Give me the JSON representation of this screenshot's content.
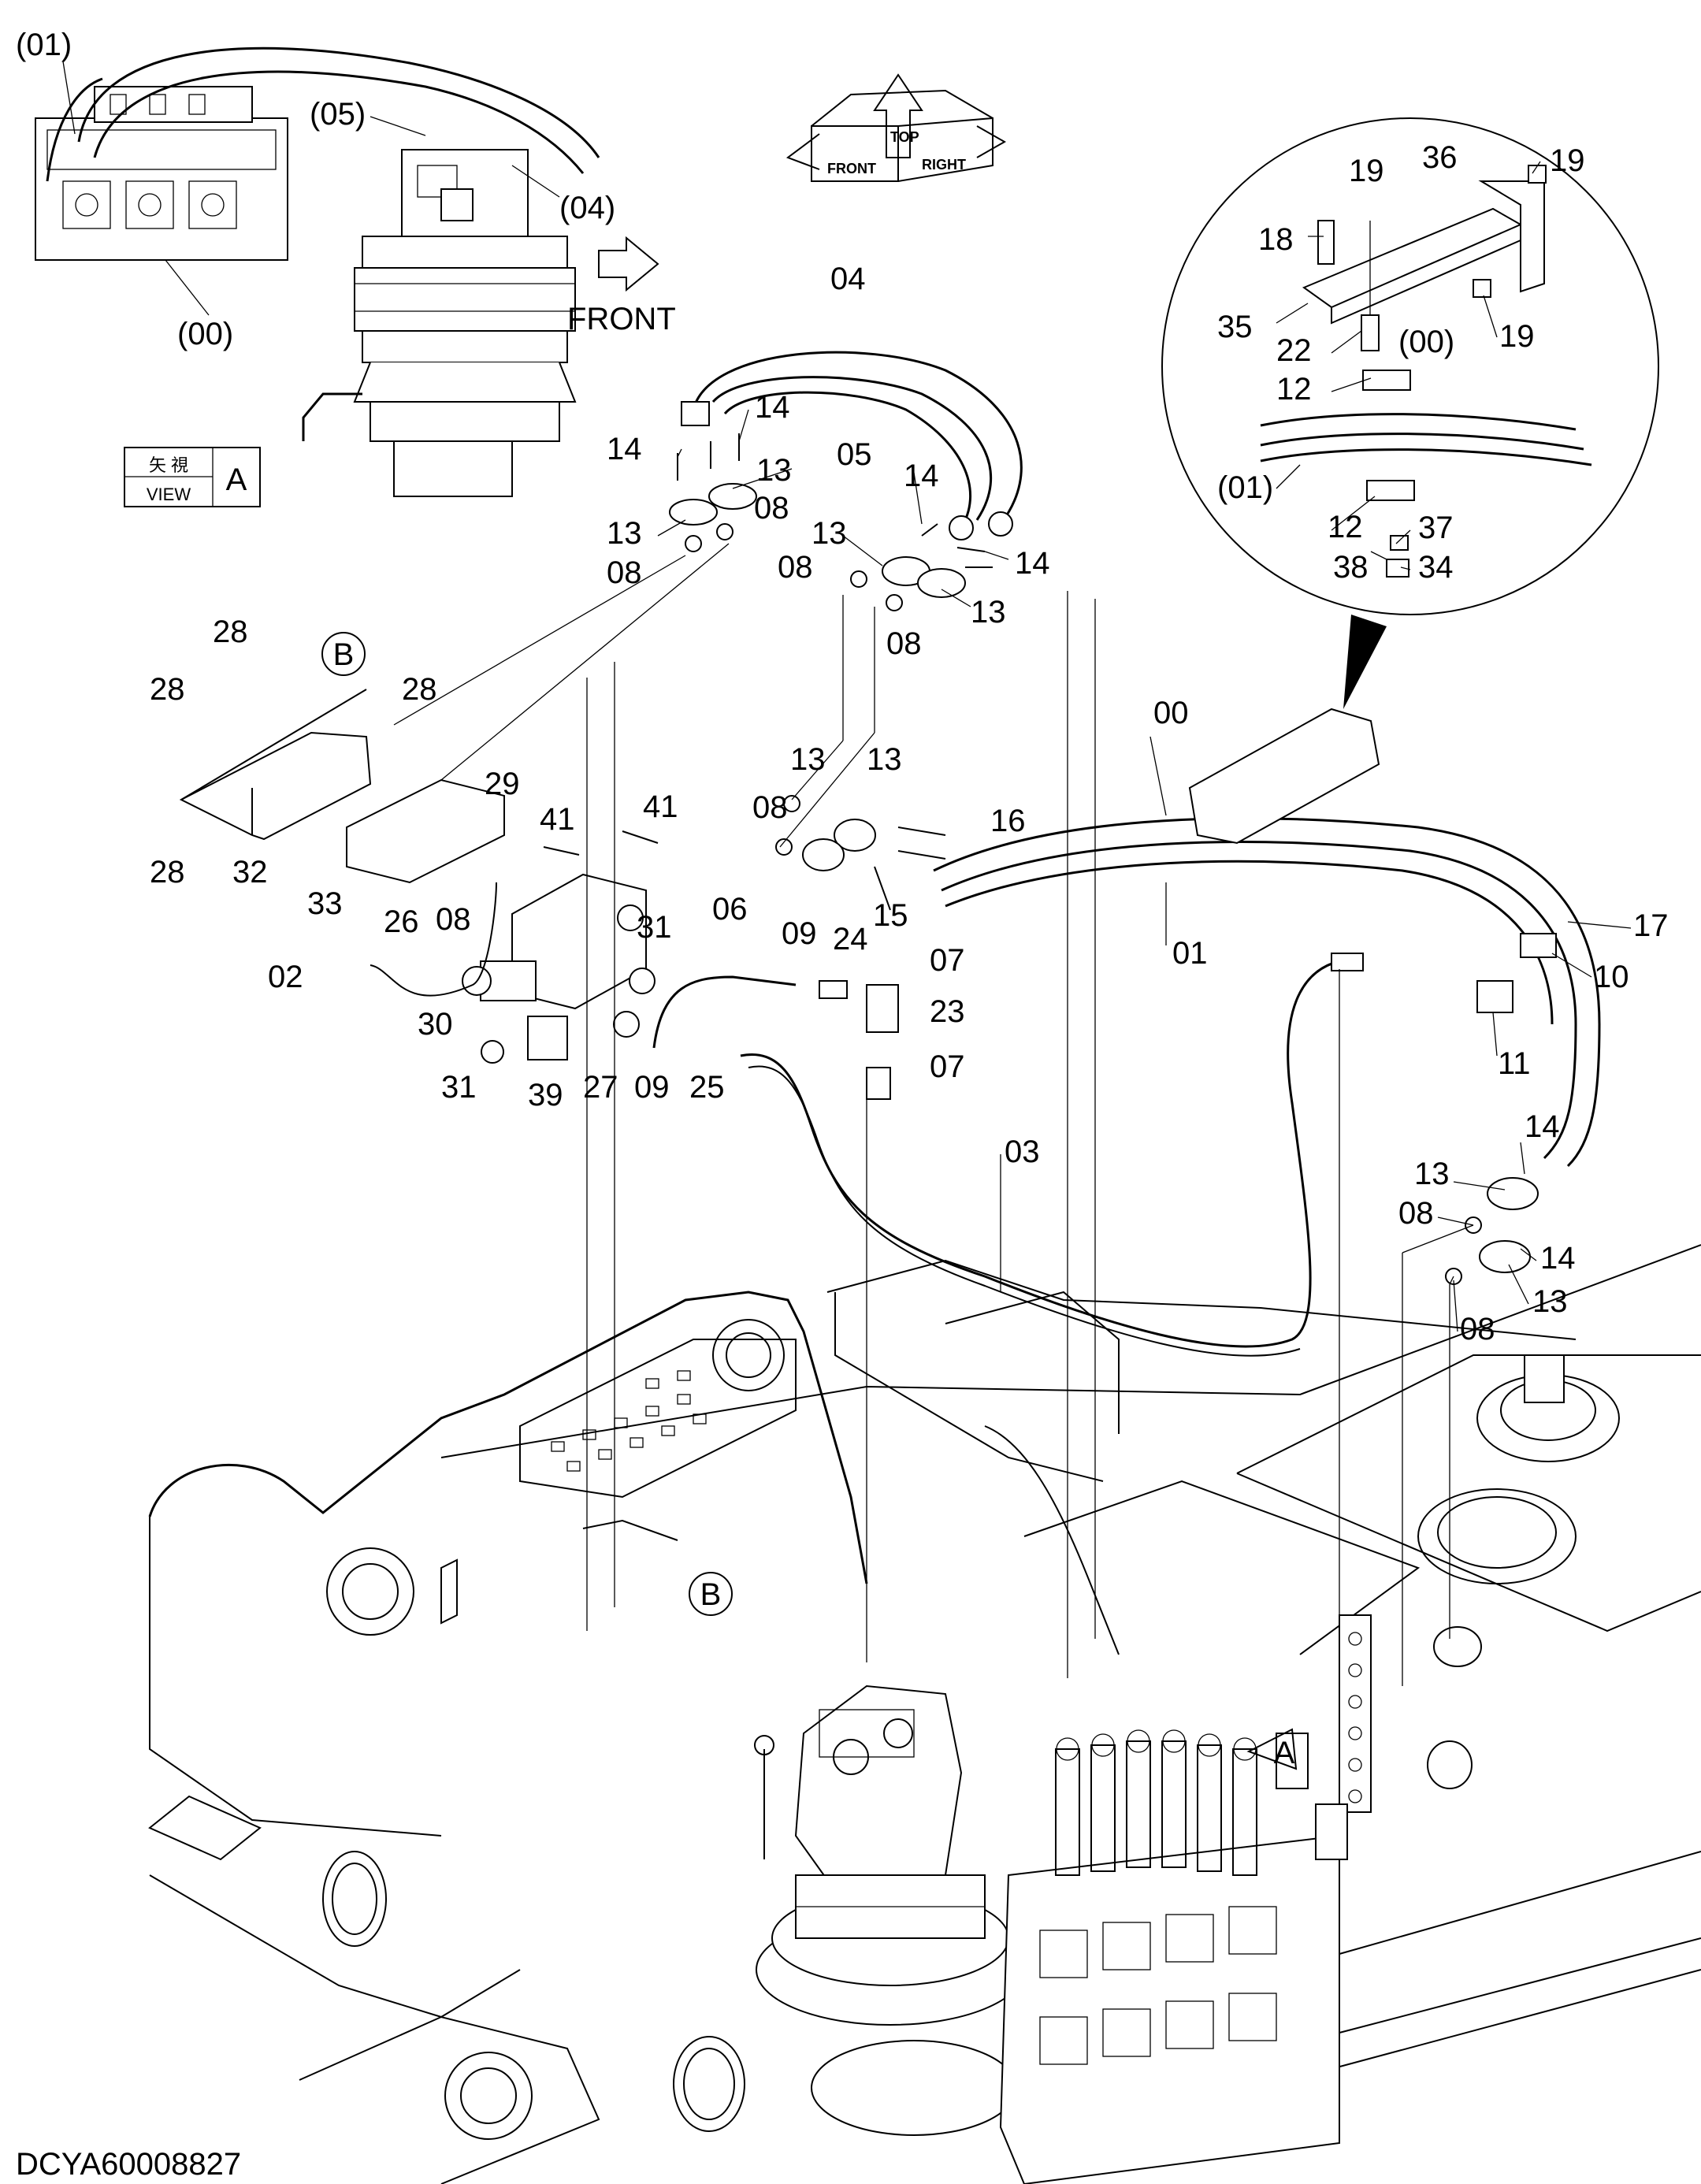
{
  "diagram_id": "DCYA60008827",
  "view": {
    "kanji": "矢 視",
    "label": "VIEW",
    "letter": "A"
  },
  "front_text": "FRONT",
  "orientation_box": {
    "top": "TOP",
    "front": "FRONT",
    "right": "RIGHT"
  },
  "callout_markers": [
    "B",
    "B",
    "A"
  ],
  "labels": [
    "(01)",
    "(05)",
    "(04)",
    "(00)",
    "04",
    "05",
    "14",
    "14",
    "14",
    "13",
    "13",
    "08",
    "08",
    "14",
    "13",
    "14",
    "08",
    "13",
    "08",
    "19",
    "36",
    "19",
    "18",
    "35",
    "19",
    "22",
    "12",
    "(00)",
    "(01)",
    "12",
    "37",
    "38",
    "34",
    "28",
    "28",
    "28",
    "28",
    "32",
    "33",
    "29",
    "41",
    "41",
    "08",
    "13",
    "08",
    "13",
    "16",
    "15",
    "00",
    "01",
    "17",
    "10",
    "11",
    "26",
    "02",
    "08",
    "30",
    "31",
    "31",
    "39",
    "27",
    "09",
    "25",
    "06",
    "09",
    "24",
    "07",
    "23",
    "07",
    "03",
    "14",
    "13",
    "08",
    "14",
    "13",
    "08"
  ]
}
